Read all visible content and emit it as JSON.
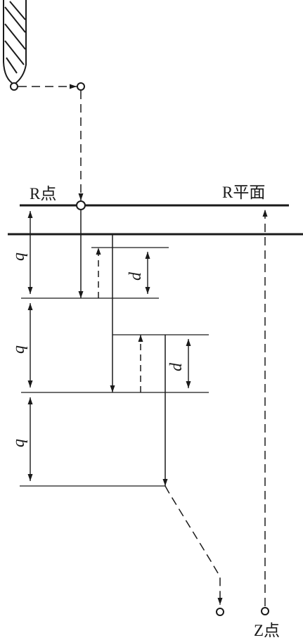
{
  "labels": {
    "r_point": "R点",
    "r_plane": "R平面",
    "z_point": "Z点",
    "q": "q",
    "d": "d"
  },
  "colors": {
    "ink": "#1a1a1a",
    "background": "#ffffff"
  }
}
